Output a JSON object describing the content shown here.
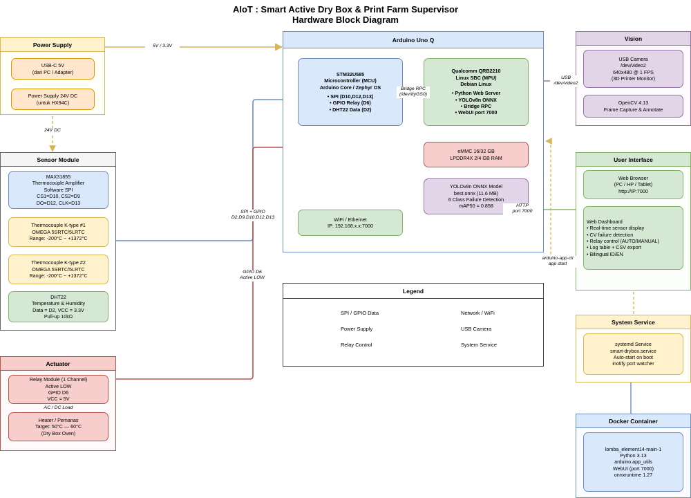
{
  "title": {
    "line1": "AIoT : Smart Active Dry Box & Print Farm Supervisor",
    "line2": "Hardware Block Diagram"
  },
  "groups": {
    "power": "Power Supply",
    "sensor": "Sensor Module",
    "actuator": "Actuator",
    "arduino": "Arduino Uno Q",
    "vision": "Vision",
    "ui": "User Interface",
    "service": "System Service",
    "docker": "Docker Container"
  },
  "nodes": {
    "usb_c": "USB-C 5V\n(dari PC / Adapter)",
    "psu24": "Power Supply 24V DC\n(untuk HX94C)",
    "max31855": "MAX31855\nThermocouple Amplifier\nSoftware SPI\nCS1=D10, CS2=D9\nDO=D12, CLK=D13",
    "tc1": "Thermocouple K-type #1\nOMEGA 5SRTC/5LRTC\nRange: -200°C ~ +1372°C",
    "tc2": "Thermocouple K-type #2\nOMEGA 5SRTC/5LRTC\nRange: -200°C ~ +1372°C",
    "dht22": "DHT22\nTemperature & Humidity\nData = D2, VCC = 3.3V\nPull-up 10kΩ",
    "relay": "Relay Module (1 Channel)\nActive LOW\nGPIO D6\nVCC = 5V",
    "heater": "Heater / Pemanas\nTarget: 50°C — 60°C\n(Dry Box Oven)",
    "stm_title": "STM32U585\nMicrocontroller (MCU)\nArduino Core / Zephyr OS",
    "stm_list": "• SPI (D10,D12,D13)\n• GPIO Relay (D6)\n• DHT22 Data (D2)",
    "qc_title": "Qualcomm QRB2210\nLinux SBC (MPU)\nDebian Linux",
    "qc_list": "• Python Web Server\n• YOLOv8n ONNX\n• Bridge RPC\n• WebUI port 7000",
    "emmc": "eMMC 16/32 GB\nLPDDR4X 2/4 GB RAM",
    "yolo": "YOLOv8n ONNX Model\nbest.onnx (11.6 MB)\n6 Class Failure Detection\nmAP50 = 0.858",
    "wifi": "WiFi / Ethernet\nIP: 192.168.x.x:7000",
    "camera": "USB Camera\n/dev/video2\n640x480 @ 1 FPS\n(3D Printer Monitor)",
    "opencv": "OpenCV 4.13\nFrame Capture & Annotate",
    "browser": "Web Browser\n(PC / HP / Tablet)\nhttp://IP:7000",
    "dashboard": "Web Dashboard\n• Real-time sensor display\n• CV failure detection\n• Relay control (AUTO/MANUAL)\n• Log table + CSV export\n• Bilingual ID/EN",
    "systemd": "systemd Service\nsmart-drybox.service\nAuto-start on boot\ninotify port watcher",
    "docker": "lomba_element14-main-1\nPython 3.13\narduino.app_utils\nWebUI (port 7000)\nonnxruntime 1.27"
  },
  "edge_labels": {
    "v53": "5V / 3.3V",
    "dc24": "24V DC",
    "spi": "SPI + GPIO\nD2,D9,D10,D12,D13",
    "gpio": "GPIO D6\nActive LOW",
    "bridge": "Bridge RPC\n(/dev/ttyGS0)",
    "usb": "USB\n/dev/video2",
    "http": "HTTP\nport 7000",
    "cli": "arduino-app-cli\napp start",
    "acdc": "AC / DC Load"
  },
  "legend": {
    "title": "Legend",
    "spi": "SPI / GPIO Data",
    "power": "Power Supply",
    "relay": "Relay Control",
    "network": "Network / WiFi",
    "usb": "USB Camera",
    "service": "System Service"
  },
  "colors": {
    "blue": "#6c8ebf",
    "yellow": "#d6b656",
    "red": "#b85450",
    "green": "#82b366",
    "purple": "#9673a6",
    "blue_fill": "#dae8fc",
    "yellow_fill": "#fff2cc",
    "orange_fill": "#ffe6cc",
    "orange_line": "#d79b00",
    "red_fill": "#f8cecc",
    "green_fill": "#d5e8d4",
    "purple_fill": "#e1d5e7"
  }
}
